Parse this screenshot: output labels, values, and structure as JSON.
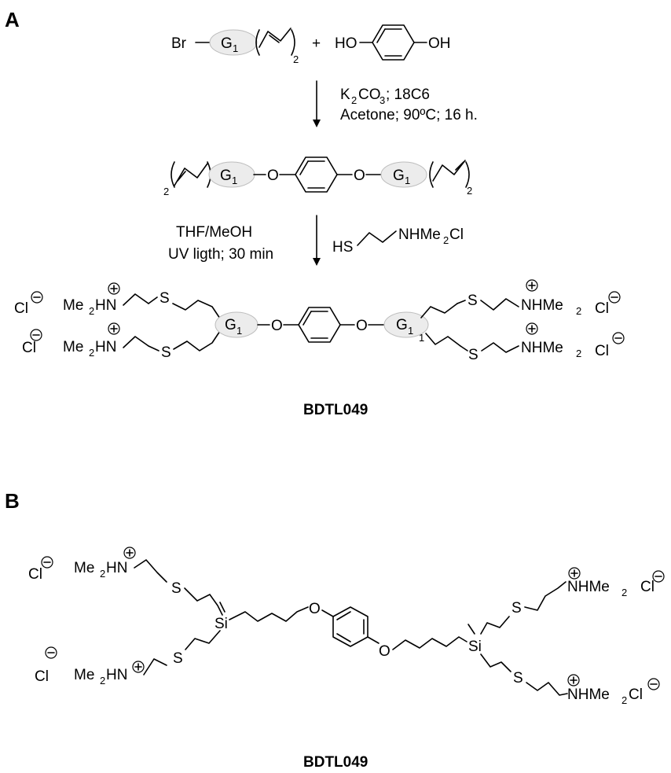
{
  "panels": {
    "a": {
      "letter": "A"
    },
    "b": {
      "letter": "B"
    }
  },
  "atoms": {
    "Br": "Br",
    "HO": "HO",
    "OH": "OH",
    "O": "O",
    "S": "S",
    "Si": "Si",
    "HS": "HS",
    "Cl": "Cl",
    "NH": "NH",
    "HN": "HN",
    "Me2": "Me",
    "Me2_tail": "Me",
    "NHMe": "NHMe",
    "NHMe2Cl": "NHMe",
    "Cl_tail": "Cl",
    "G": "G",
    "plus": "+"
  },
  "subscripts": {
    "one": "1",
    "two": "2",
    "three": "3"
  },
  "reagents": {
    "step1": {
      "k": "K",
      "co": "CO",
      "rest": "; 18C6",
      "line2": "Acetone; 90ºC; 16 h."
    },
    "step2": {
      "line1": "THF/MeOH",
      "line2": "UV ligth; 30 min"
    }
  },
  "compound": {
    "name_a": "BDTL049",
    "name_b": "BDTL049"
  }
}
